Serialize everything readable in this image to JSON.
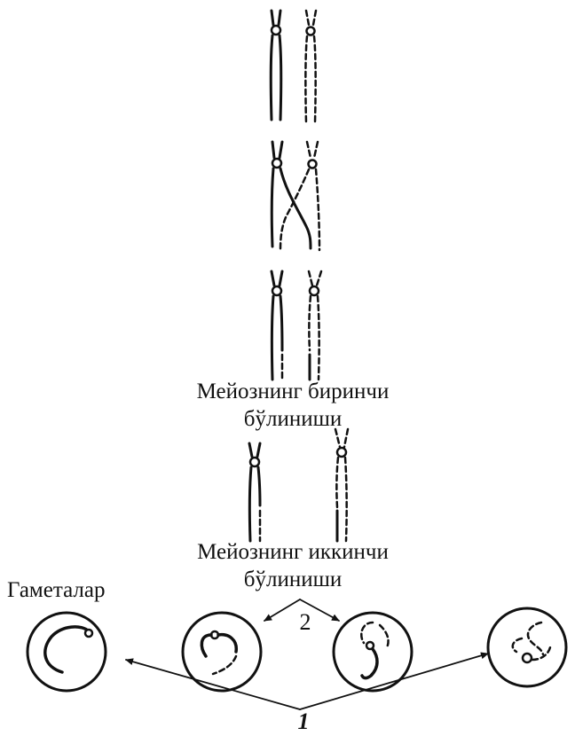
{
  "labels": {
    "meiosis_first_division_line1": "Мейознинг биринчи",
    "meiosis_first_division_line2": "бўлиниши",
    "meiosis_second_division_line1": "Мейознинг иккинчи",
    "meiosis_second_division_line2": "бўлиниши",
    "gametes": "Гаметалар",
    "number_2": "2",
    "number_1": "1"
  },
  "colors": {
    "ink": "#111111",
    "background": "#ffffff"
  }
}
